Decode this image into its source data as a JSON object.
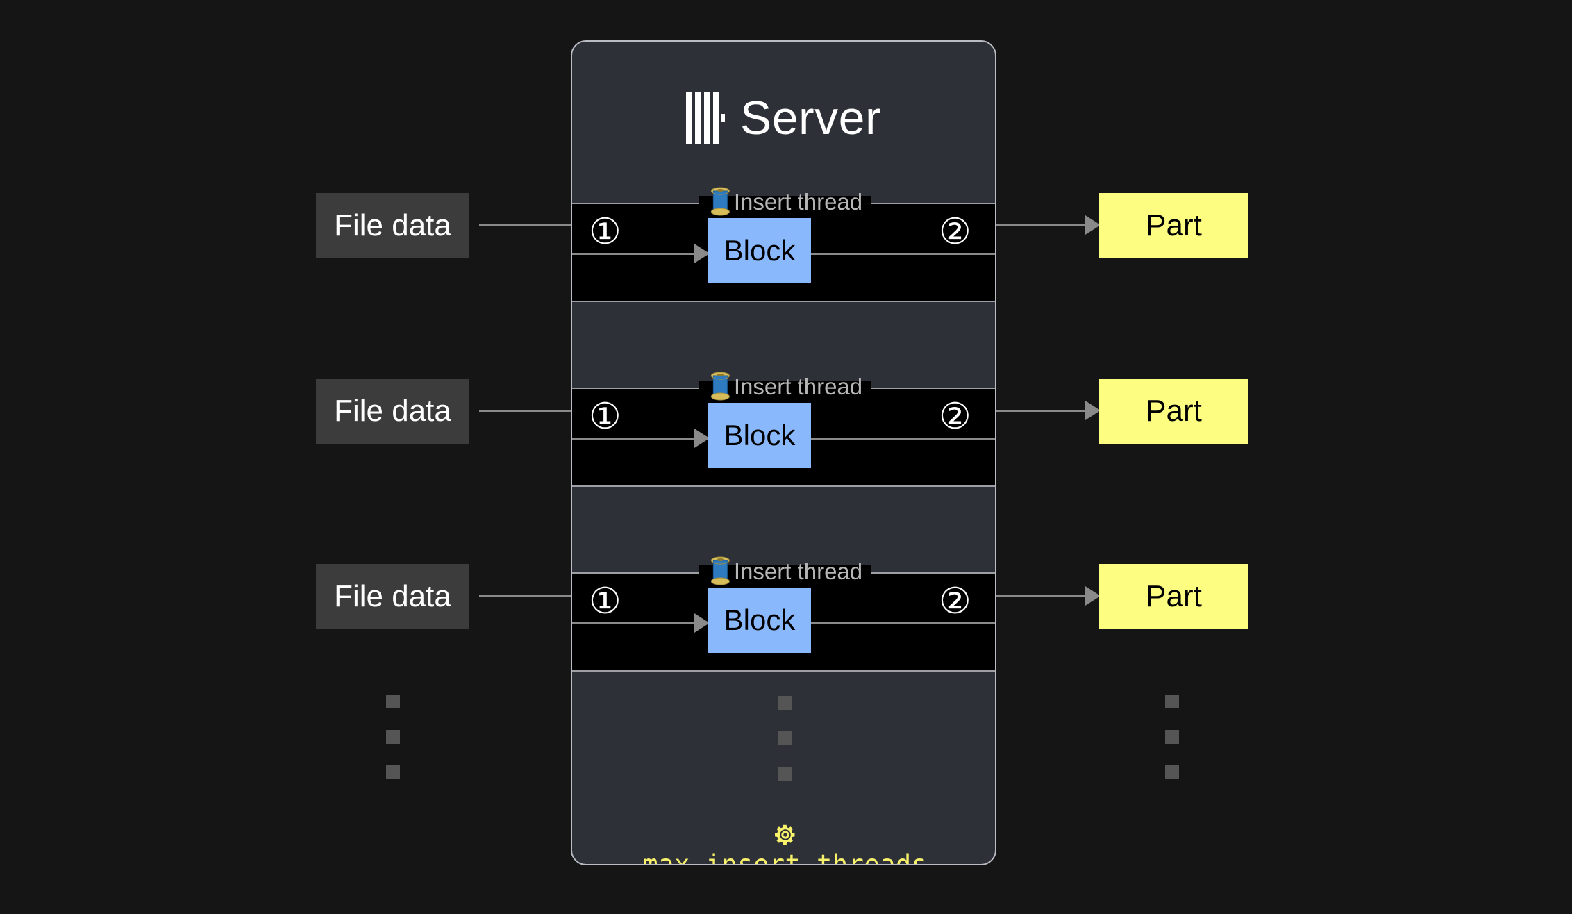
{
  "page": {
    "background_color": "#151515"
  },
  "server": {
    "title": "Server",
    "logo_icon": "clickhouse-logo-icon",
    "background_color": "#2e3038",
    "border_color": "#b9bcc2"
  },
  "threads": [
    {
      "label": "Insert thread",
      "icon": "thread-spool-icon",
      "step_in": "①",
      "step_out": "②",
      "block_label": "Block",
      "block_color": "#8ab8fc",
      "source_label": "File data",
      "source_color": "#3c3c3c",
      "target_label": "Part",
      "target_color": "#fdfd81"
    },
    {
      "label": "Insert thread",
      "icon": "thread-spool-icon",
      "step_in": "①",
      "step_out": "②",
      "block_label": "Block",
      "block_color": "#8ab8fc",
      "source_label": "File data",
      "source_color": "#3c3c3c",
      "target_label": "Part",
      "target_color": "#fdfd81"
    },
    {
      "label": "Insert thread",
      "icon": "thread-spool-icon",
      "step_in": "①",
      "step_out": "②",
      "block_label": "Block",
      "block_color": "#8ab8fc",
      "source_label": "File data",
      "source_color": "#3c3c3c",
      "target_label": "Part",
      "target_color": "#fdfd81"
    }
  ],
  "ellipsis": {
    "dot_color": "#555555",
    "dot_count": 3
  },
  "setting": {
    "icon": "gear-icon",
    "name": "max_insert_threads",
    "color": "#f6f06a"
  },
  "connector": {
    "color": "#8a8a8a"
  }
}
